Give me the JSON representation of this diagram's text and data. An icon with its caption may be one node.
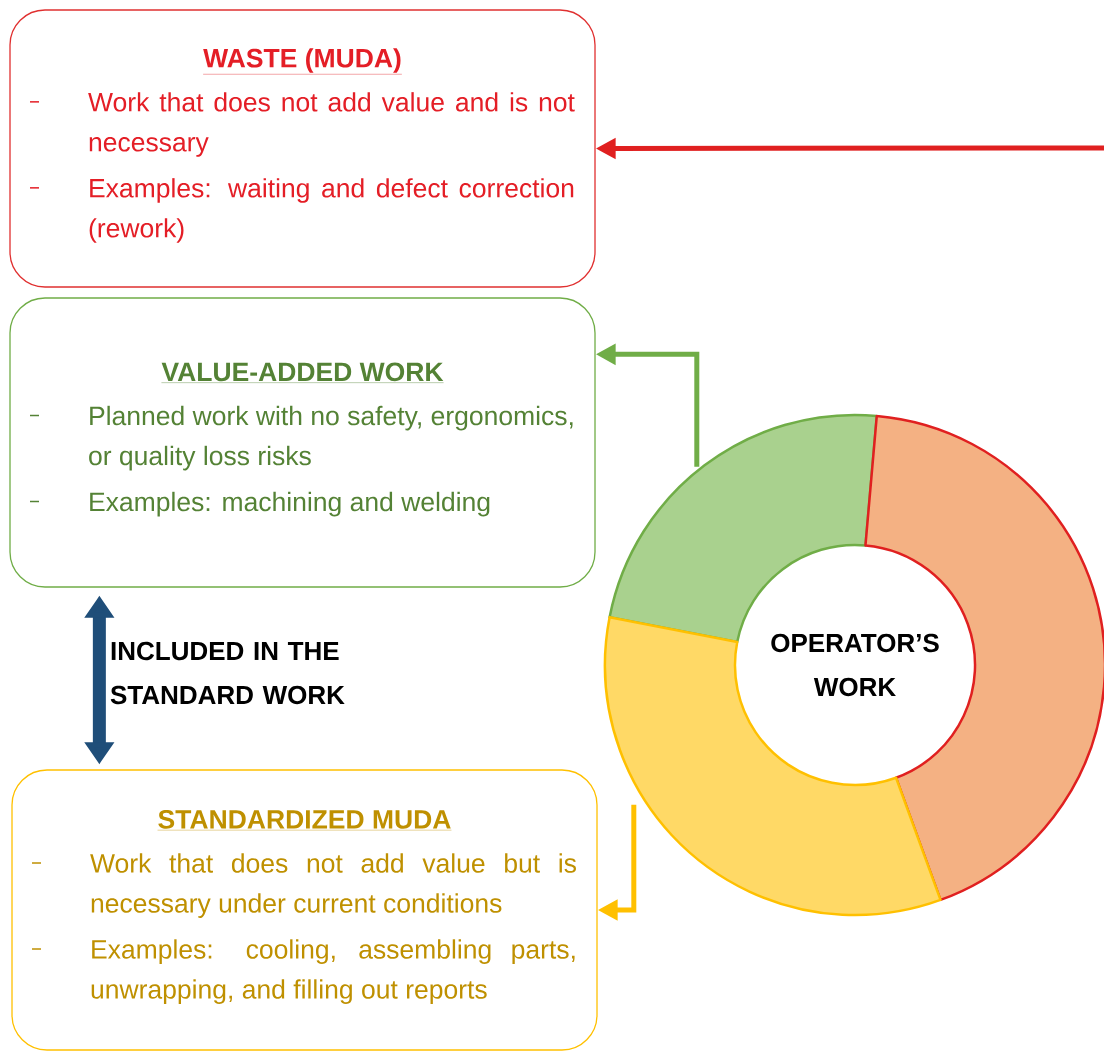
{
  "diagram": {
    "nodes": [
      {
        "text": [
          "WASTE (MUDA)",
          "Work that does not add value and is not necessary",
          "Examples: waiting and defect correction (rework)"
        ]
      },
      {
        "text": [
          "VALUE-ADDED WORK",
          "Planned work with no safety, ergonomics, or quality loss risks",
          "Examples: machining and welding"
        ]
      },
      {
        "text": [
          "STANDARDIZED MUDA",
          "Work that does not add value but is necessary under current conditions",
          "Examples: cooling, assembling parts, unwrapping, and filling out reports"
        ]
      },
      {
        "text": [
          "OPERATOR’S WORK"
        ]
      },
      {
        "text": [],
        "shape": "arc"
      },
      {
        "text": [],
        "shape": "arc"
      },
      {
        "text": [],
        "shape": "arc"
      }
    ],
    "edges": [
      {
        "from": null,
        "to": 0,
        "arrow": "to",
        "color": "#e02020"
      },
      {
        "from": 4,
        "to": 1,
        "arrow": "to",
        "color": "#70ad47"
      },
      {
        "from": 6,
        "to": 2,
        "arrow": "to",
        "color": "#ffc000"
      },
      {
        "from": 1,
        "to": 2,
        "arrow": "both",
        "label": "INCLUDED IN THE STANDARD WORK",
        "style": "thick",
        "color": "#1f4e79"
      }
    ]
  }
}
